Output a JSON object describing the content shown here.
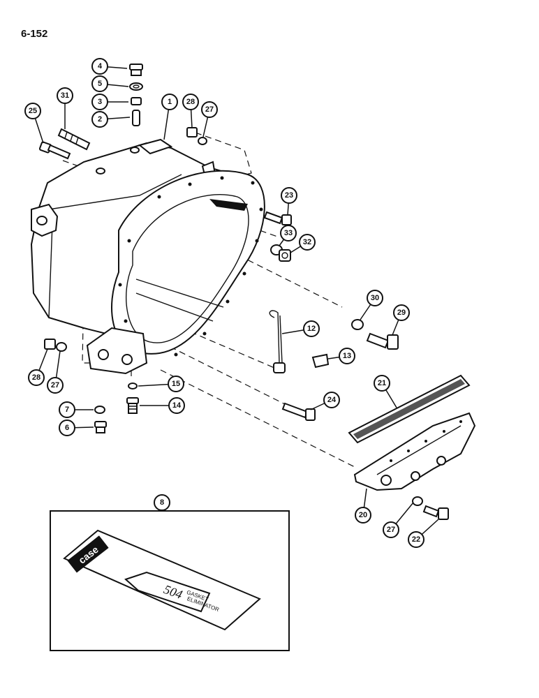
{
  "page_number": "6-152",
  "kit": {
    "brand": "case",
    "product_number": "504",
    "product_name_line1": "GASKET",
    "product_name_line2": "ELIMINATOR"
  },
  "callouts": [
    {
      "id": "c1",
      "label": "1"
    },
    {
      "id": "c2",
      "label": "2"
    },
    {
      "id": "c3",
      "label": "3"
    },
    {
      "id": "c4",
      "label": "4"
    },
    {
      "id": "c5",
      "label": "5"
    },
    {
      "id": "c6",
      "label": "6"
    },
    {
      "id": "c7",
      "label": "7"
    },
    {
      "id": "c8",
      "label": "8"
    },
    {
      "id": "c12",
      "label": "12"
    },
    {
      "id": "c13",
      "label": "13"
    },
    {
      "id": "c14",
      "label": "14"
    },
    {
      "id": "c15",
      "label": "15"
    },
    {
      "id": "c20",
      "label": "20"
    },
    {
      "id": "c21",
      "label": "21"
    },
    {
      "id": "c22",
      "label": "22"
    },
    {
      "id": "c23",
      "label": "23"
    },
    {
      "id": "c24",
      "label": "24"
    },
    {
      "id": "c25",
      "label": "25"
    },
    {
      "id": "c27a",
      "label": "27"
    },
    {
      "id": "c27b",
      "label": "27"
    },
    {
      "id": "c27c",
      "label": "27"
    },
    {
      "id": "c28a",
      "label": "28"
    },
    {
      "id": "c28b",
      "label": "28"
    },
    {
      "id": "c29",
      "label": "29"
    },
    {
      "id": "c30",
      "label": "30"
    },
    {
      "id": "c31",
      "label": "31"
    },
    {
      "id": "c32",
      "label": "32"
    },
    {
      "id": "c33",
      "label": "33"
    }
  ]
}
